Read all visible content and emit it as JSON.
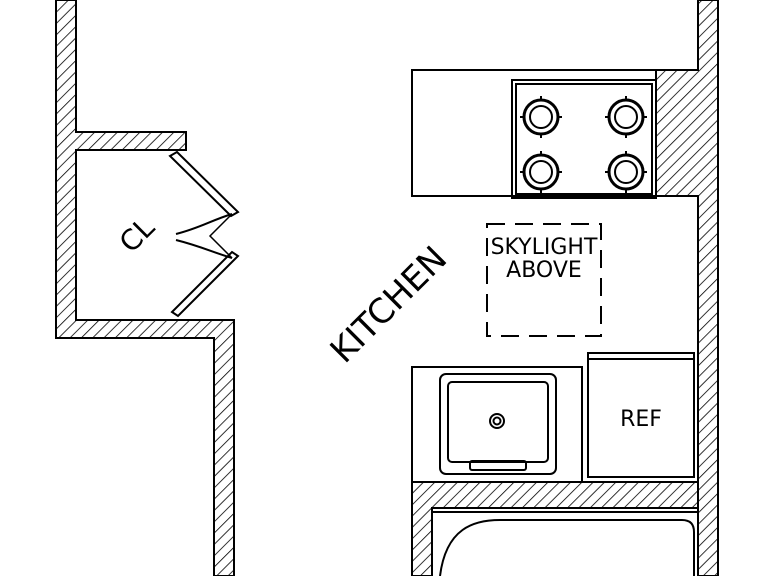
{
  "labels": {
    "closet": "CL",
    "kitchen": "KITCHEN",
    "skylight_line1": "SKYLIGHT",
    "skylight_line2": "ABOVE",
    "refrigerator": "REF"
  },
  "colors": {
    "line": "#000000",
    "background": "#ffffff"
  }
}
